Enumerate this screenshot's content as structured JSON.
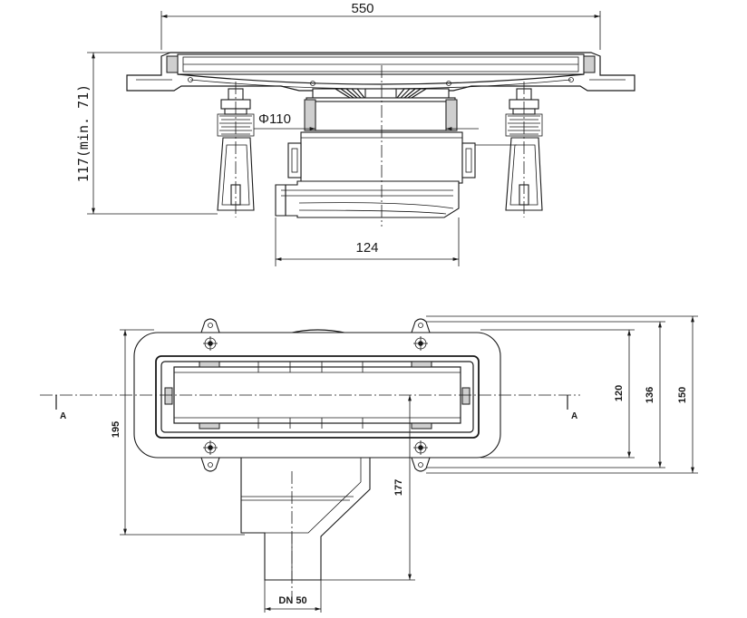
{
  "side_view": {
    "dim_width": "550",
    "dim_height": "117(min. 71)",
    "dim_pipe": "Φ110",
    "dim_body": "124"
  },
  "plan_view": {
    "dim_195": "195",
    "dim_177": "177",
    "dim_120": "120",
    "dim_136": "136",
    "dim_150": "150",
    "dim_outlet": "DN 50",
    "section_left": "A",
    "section_right": "A"
  }
}
